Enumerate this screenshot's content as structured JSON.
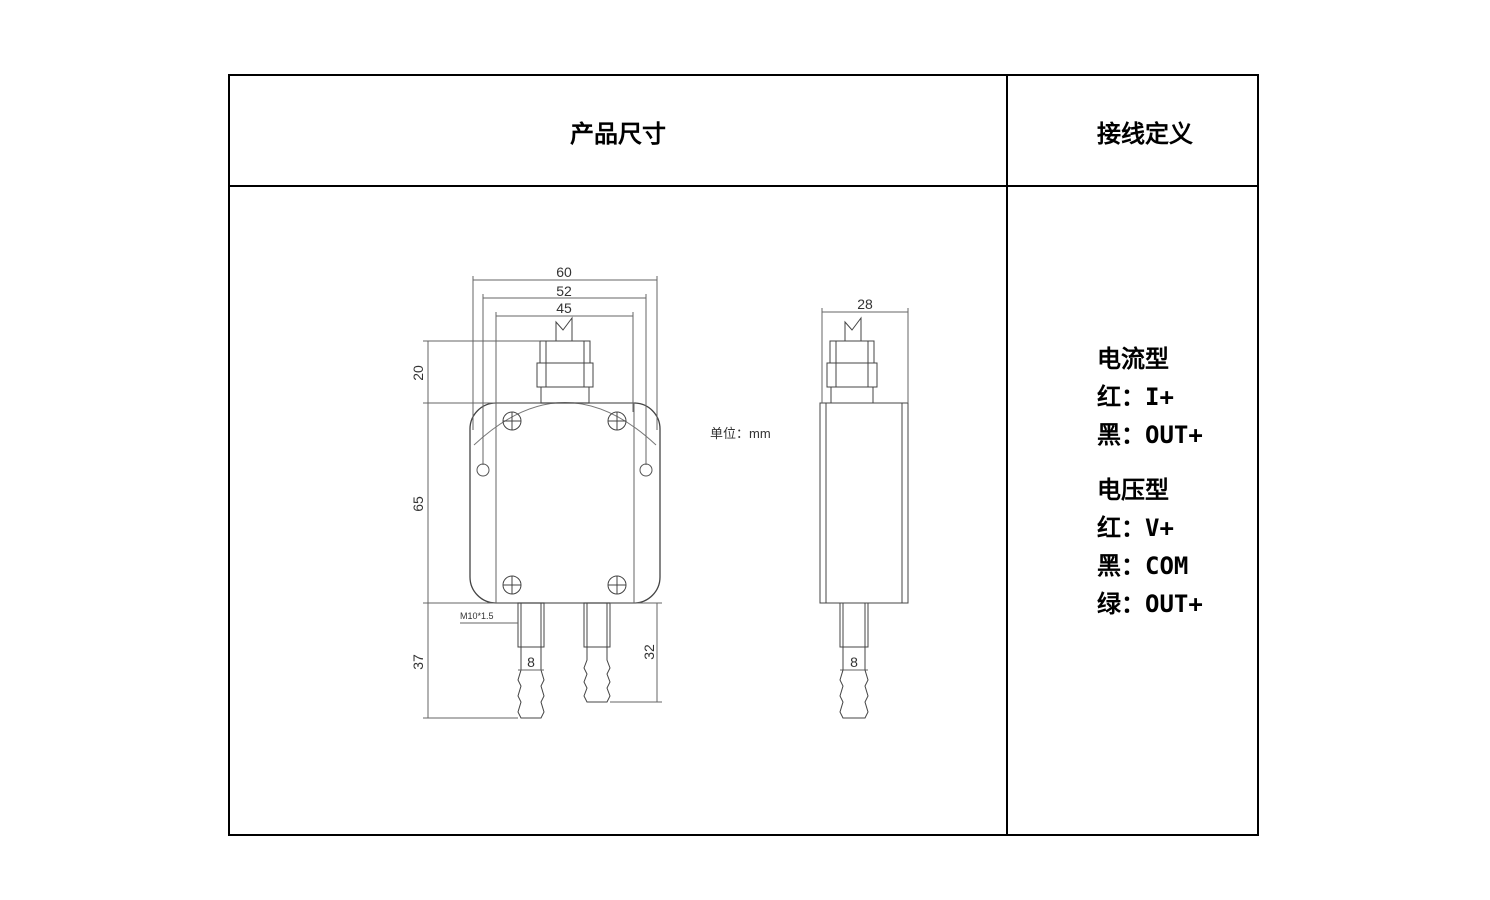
{
  "headers": {
    "dimensions": "产品尺寸",
    "wiring": "接线定义"
  },
  "drawing": {
    "unit_label": "单位：mm",
    "front_view": {
      "width_outer": "60",
      "width_mid": "52",
      "width_hole": "45",
      "cable_height": "20",
      "body_height": "65",
      "nozzle_height": "37",
      "thread_label": "M10*1.5",
      "nozzle_dia": "8",
      "nozzle_height_short": "32"
    },
    "side_view": {
      "depth": "28",
      "nozzle_dia": "8"
    }
  },
  "wiring": {
    "current_type": {
      "title": "电流型",
      "lines": [
        "红：I+",
        "黑：OUT+"
      ]
    },
    "voltage_type": {
      "title": "电压型",
      "lines": [
        "红：V+",
        "黑：COM",
        "绿：OUT+"
      ]
    }
  }
}
